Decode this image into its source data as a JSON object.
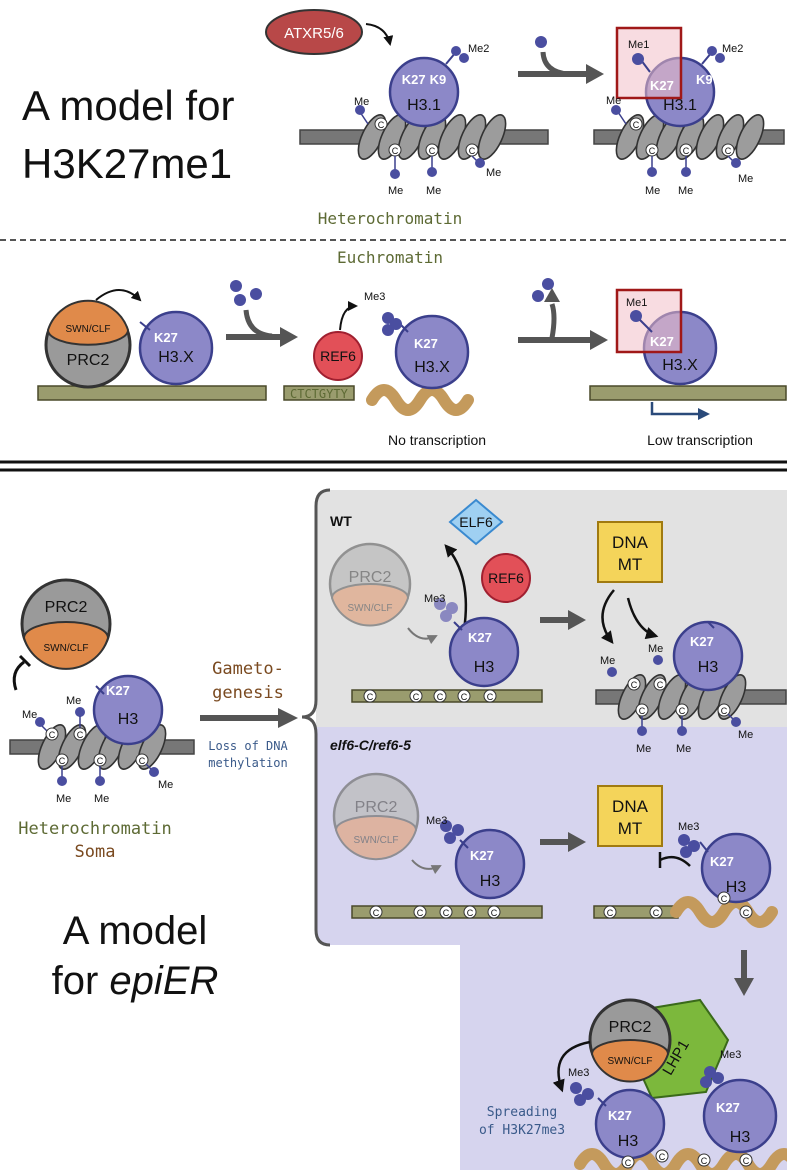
{
  "top": {
    "title_line1": "A model for",
    "title_line2": "H3K27me1",
    "atxr": "ATXR5/6",
    "k27": "K27",
    "k9": "K9",
    "h31": "H3.1",
    "me": "Me",
    "me1": "Me1",
    "me2": "Me2",
    "c": "C",
    "heterochromatin": "Heterochromatin",
    "euchromatin": "Euchromatin"
  },
  "middle": {
    "prc2": "PRC2",
    "swn_clf": "SWN/CLF",
    "k27": "K27",
    "h3x": "H3.X",
    "ref6": "REF6",
    "me3": "Me3",
    "me1": "Me1",
    "motif": "CTCTGYTY",
    "no_transcription": "No transcription",
    "low_transcription": "Low transcription"
  },
  "bottom": {
    "prc2": "PRC2",
    "swn_clf": "SWN/CLF",
    "k27": "K27",
    "h3": "H3",
    "me": "Me",
    "me3": "Me3",
    "c": "C",
    "heterochromatin": "Heterochromatin",
    "soma": "Soma",
    "gametogenesis_line1": "Gameto-",
    "gametogenesis_line2": "genesis",
    "loss_line1": "Loss of DNA",
    "loss_line2": "methylation",
    "wt": "WT",
    "elf6": "ELF6",
    "ref6": "REF6",
    "dna": "DNA",
    "mt": "MT",
    "mutant": "elf6-C/ref6-5",
    "lhp1": "LHP1",
    "spreading_line1": "Spreading",
    "spreading_line2": "of H3K27me3",
    "model_line1": "A model",
    "model_line2_prefix": "for ",
    "model_line2_italic": "epiER"
  },
  "colors": {
    "histone": "#8c88c8",
    "histone_stroke": "#3b3f8c",
    "me_ball": "#4a4ea0",
    "prc2": "#9a9a9a",
    "swn": "#e08a4a",
    "ref6": "#e25058",
    "atxr": "#b84848",
    "elf6": "#9fd0f2",
    "dnamt": "#f4d45a",
    "lhp1": "#7cb83c",
    "dna_track": "#9a9c6e",
    "wave": "#c49a5c",
    "panel_wt": "#e2e2e2",
    "panel_mut": "#d6d4ee",
    "hetero_text": "#5d6a34",
    "soma_text": "#7a4a20",
    "blue_text": "#3a5a8a"
  }
}
